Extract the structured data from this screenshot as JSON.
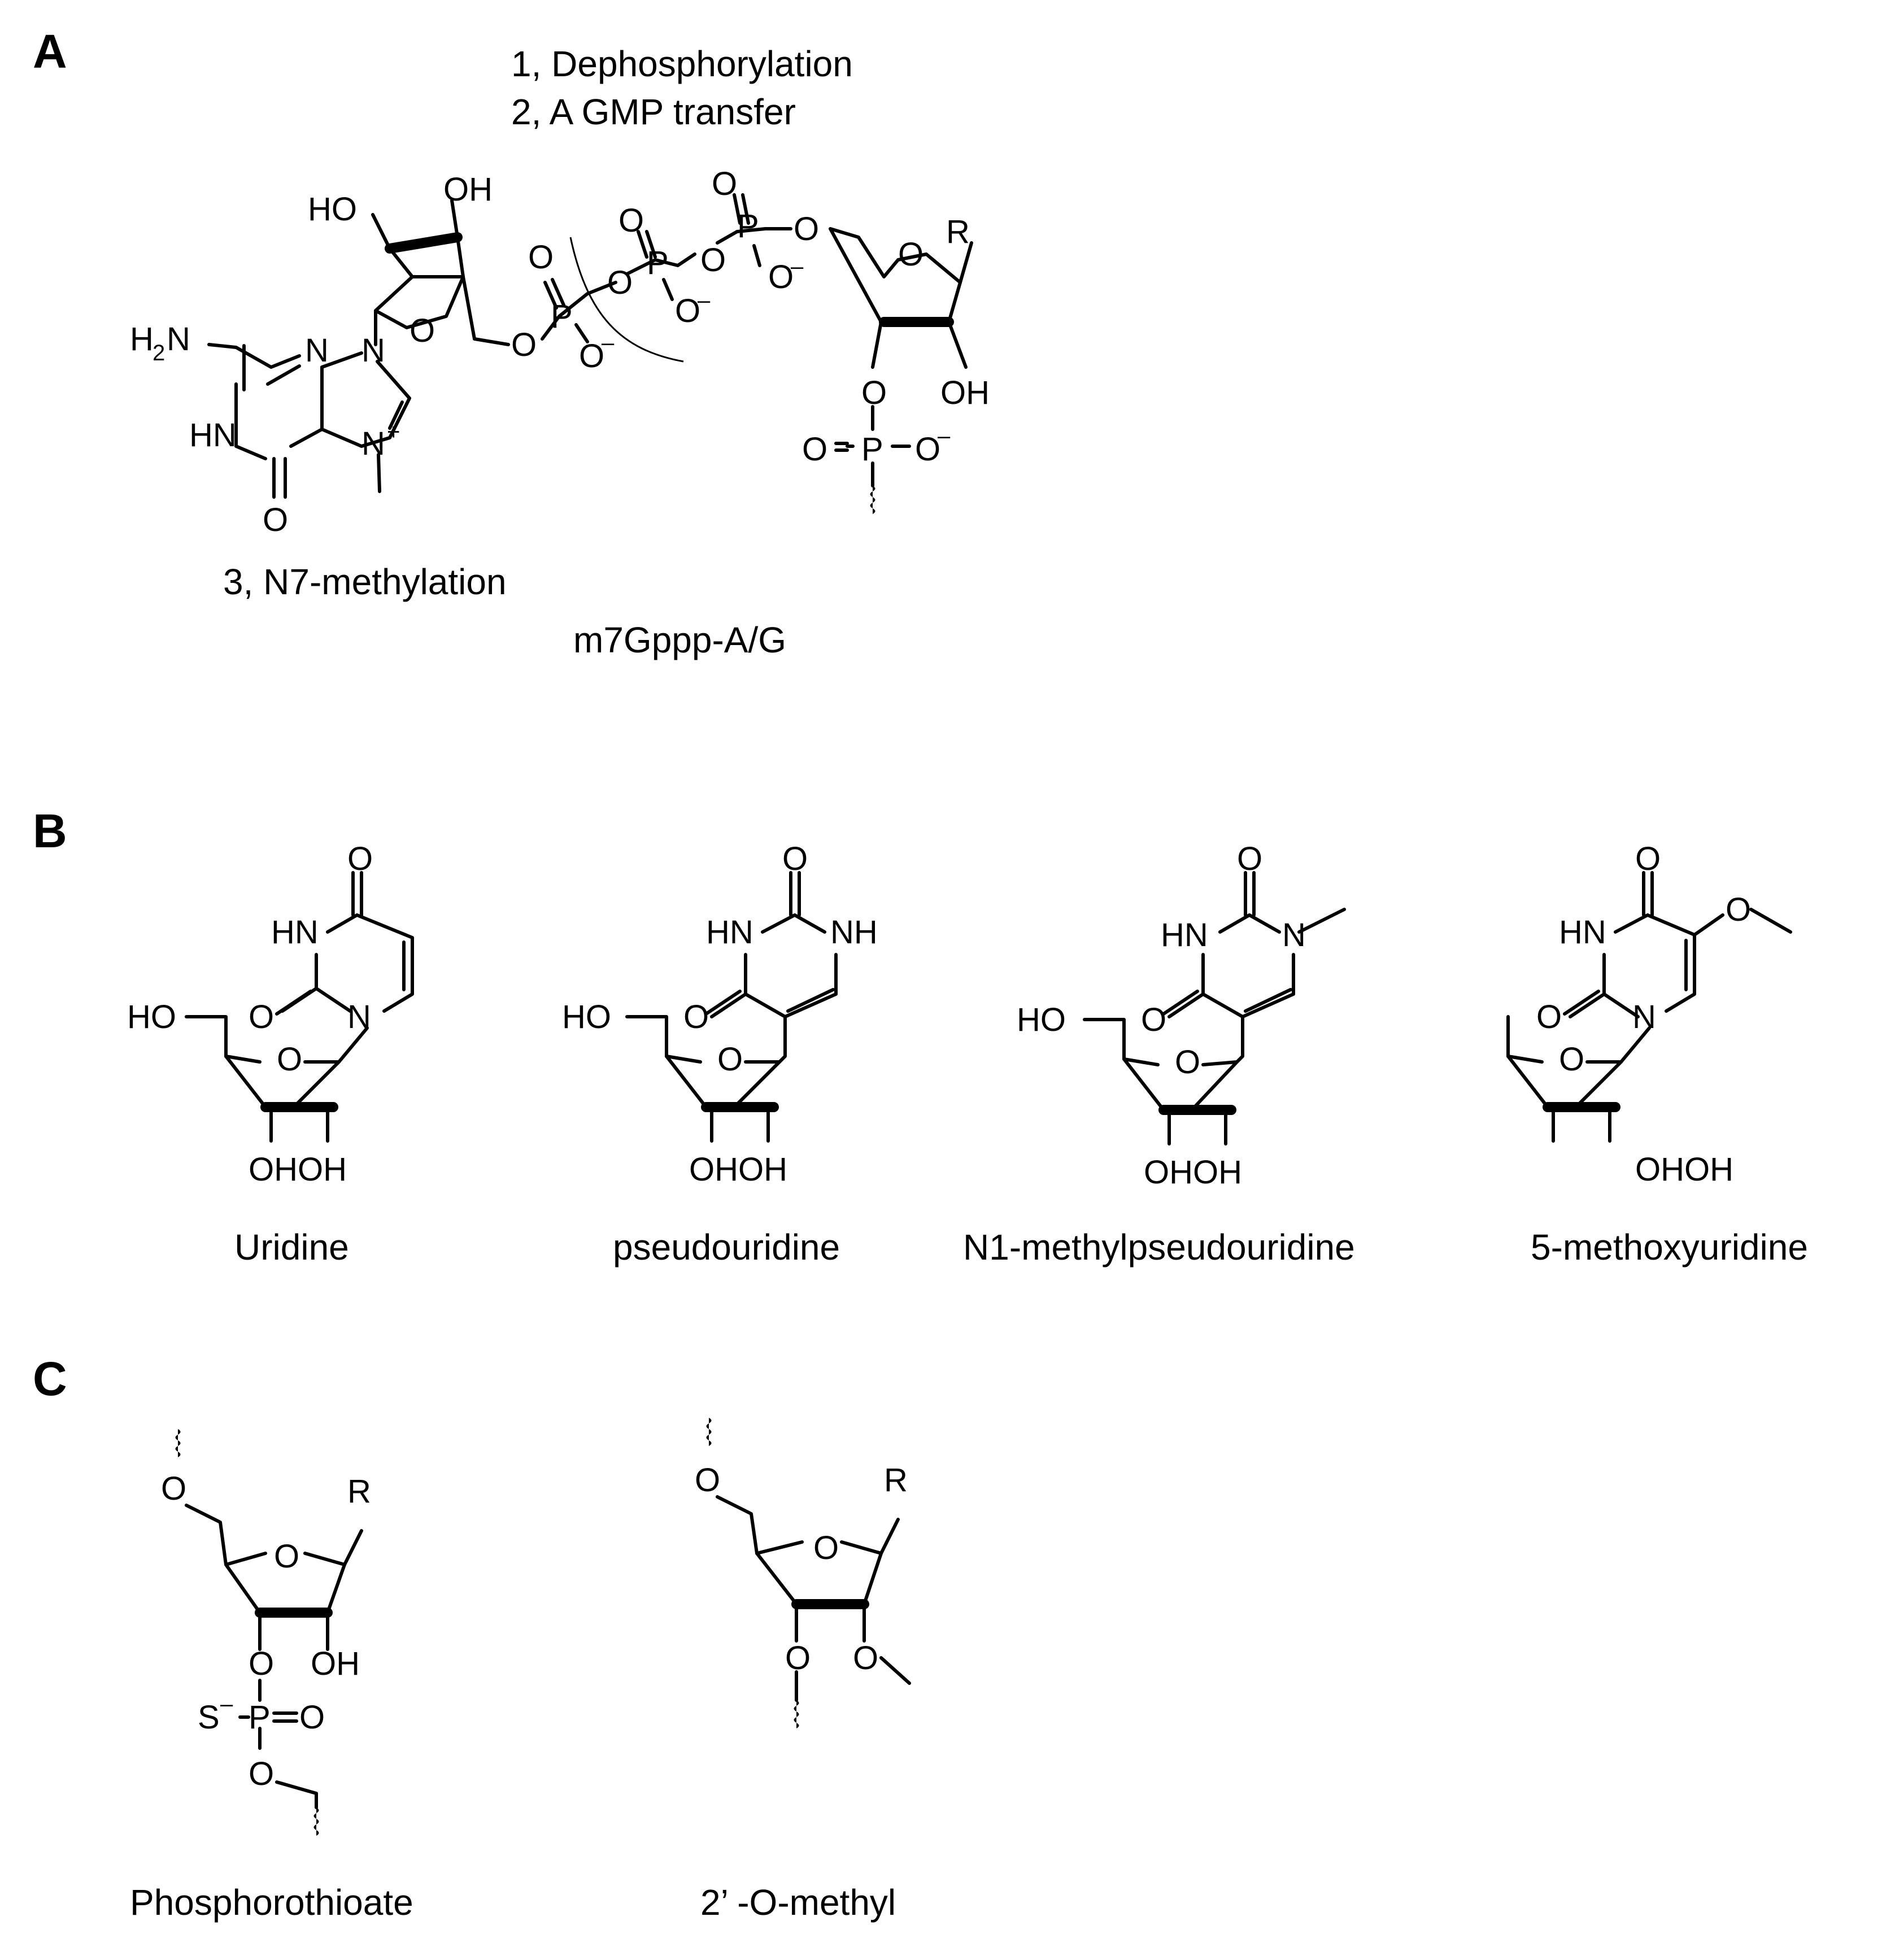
{
  "panels": {
    "a": {
      "letter": "A",
      "steps": [
        "1, Dephosphorylation",
        "2, A GMP transfer",
        "3, N7-methylation"
      ],
      "compound": "m7Gppp-A/G"
    },
    "b": {
      "letter": "B",
      "compounds": [
        "Uridine",
        "pseudouridine",
        "N1-methylpseudouridine",
        "5-methoxyuridine"
      ]
    },
    "c": {
      "letter": "C",
      "compounds": [
        "Phosphorothioate",
        "2’ -O-methyl"
      ]
    }
  },
  "atoms": {
    "ho": "HO",
    "oh": "OH",
    "ohoh": "OHOH",
    "o": "O",
    "p": "P",
    "r": "R",
    "h2n_h": "H",
    "h2n_2": "2",
    "h2n_n": "N",
    "n": "N",
    "hn": "HN",
    "nh": "NH",
    "s": "S",
    "minus": "–",
    "plus": "+"
  }
}
